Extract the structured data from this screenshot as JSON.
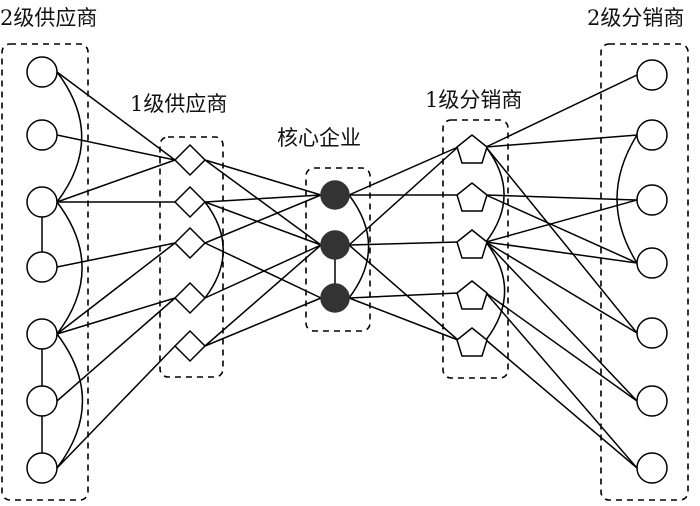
{
  "labels": {
    "tier2_suppliers": "2级供应商",
    "tier1_suppliers": "1级供应商",
    "core": "核心企业",
    "tier1_distributors": "1级分销商",
    "tier2_distributors": "2级分销商"
  },
  "colors": {
    "stroke": "#000000",
    "core_fill": "#333333",
    "node_fill": "#ffffff"
  },
  "groups": [
    {
      "id": "S2",
      "shape": "circle",
      "count": 7
    },
    {
      "id": "S1",
      "shape": "diamond",
      "count": 5
    },
    {
      "id": "C",
      "shape": "filled-circle",
      "count": 3
    },
    {
      "id": "D1",
      "shape": "pentagon",
      "count": 5
    },
    {
      "id": "D2",
      "shape": "circle",
      "count": 7
    }
  ],
  "edges": [
    [
      "S2",
      0,
      "S1",
      0
    ],
    [
      "S2",
      1,
      "S1",
      0
    ],
    [
      "S2",
      2,
      "S1",
      0
    ],
    [
      "S2",
      2,
      "S1",
      1
    ],
    [
      "S2",
      3,
      "S1",
      2
    ],
    [
      "S2",
      4,
      "S1",
      2
    ],
    [
      "S2",
      4,
      "S1",
      3
    ],
    [
      "S2",
      5,
      "S1",
      3
    ],
    [
      "S2",
      6,
      "S1",
      4
    ],
    [
      "S1",
      0,
      "C",
      0
    ],
    [
      "S1",
      0,
      "C",
      1
    ],
    [
      "S1",
      1,
      "C",
      0
    ],
    [
      "S1",
      1,
      "C",
      1
    ],
    [
      "S1",
      2,
      "C",
      0
    ],
    [
      "S1",
      2,
      "C",
      2
    ],
    [
      "S1",
      3,
      "C",
      1
    ],
    [
      "S1",
      4,
      "C",
      1
    ],
    [
      "S1",
      4,
      "C",
      2
    ],
    [
      "C",
      0,
      "D1",
      0
    ],
    [
      "C",
      0,
      "D1",
      1
    ],
    [
      "C",
      1,
      "D1",
      0
    ],
    [
      "C",
      1,
      "D1",
      2
    ],
    [
      "C",
      1,
      "D1",
      4
    ],
    [
      "C",
      2,
      "D1",
      3
    ],
    [
      "C",
      2,
      "D1",
      4
    ],
    [
      "D1",
      0,
      "D2",
      0
    ],
    [
      "D1",
      0,
      "D2",
      1
    ],
    [
      "D1",
      0,
      "D2",
      4
    ],
    [
      "D1",
      1,
      "D2",
      2
    ],
    [
      "D1",
      1,
      "D2",
      3
    ],
    [
      "D1",
      2,
      "D2",
      2
    ],
    [
      "D1",
      2,
      "D2",
      3
    ],
    [
      "D1",
      2,
      "D2",
      4
    ],
    [
      "D1",
      2,
      "D2",
      5
    ],
    [
      "D1",
      3,
      "D2",
      5
    ],
    [
      "D1",
      3,
      "D2",
      6
    ],
    [
      "D1",
      4,
      "D2",
      6
    ]
  ],
  "intra_links": [
    [
      "S2",
      2,
      "S2",
      3,
      "line"
    ],
    [
      "S2",
      4,
      "S2",
      5,
      "line"
    ],
    [
      "S2",
      5,
      "S2",
      6,
      "line"
    ],
    [
      "S2",
      0,
      "S2",
      2,
      "arc"
    ],
    [
      "S2",
      2,
      "S2",
      4,
      "arc"
    ],
    [
      "S2",
      4,
      "S2",
      6,
      "arc"
    ],
    [
      "S1",
      1,
      "S1",
      3,
      "arc"
    ],
    [
      "C",
      1,
      "C",
      2,
      "line"
    ],
    [
      "C",
      0,
      "C",
      2,
      "arc"
    ],
    [
      "D1",
      0,
      "D1",
      2,
      "arc"
    ],
    [
      "D1",
      2,
      "D1",
      4,
      "arc"
    ],
    [
      "D2",
      1,
      "D2",
      3,
      "arc-left"
    ]
  ]
}
